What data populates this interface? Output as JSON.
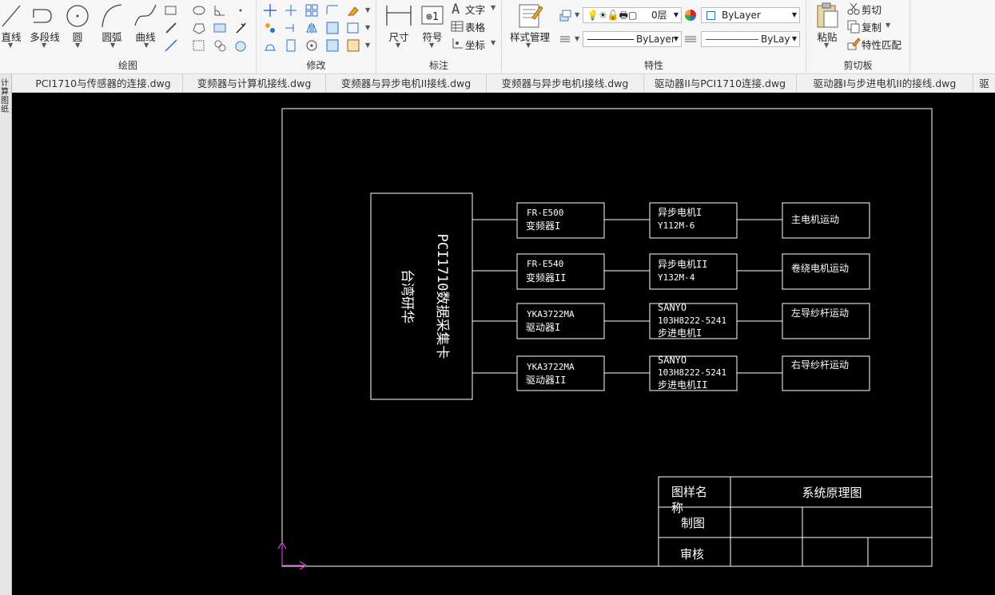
{
  "ribbon": {
    "draw": {
      "title": "绘图",
      "line": "直线",
      "polyline": "多段线",
      "circle": "圆",
      "arc": "圆弧",
      "curve": "曲线"
    },
    "modify": {
      "title": "修改"
    },
    "annotate": {
      "title": "标注",
      "dimension": "尺寸",
      "symbol": "符号",
      "text": "文字",
      "table": "表格",
      "coordinate": "坐标"
    },
    "properties": {
      "title": "特性",
      "style_manager": "样式管理",
      "layer_value": "0层",
      "color_value": "ByLayer",
      "linetype_value": "ByLayer",
      "lineweight_value": "ByLay"
    },
    "clipboard": {
      "title": "剪切板",
      "paste": "粘贴",
      "cut": "剪切",
      "copy": "复制",
      "match": "特性匹配"
    }
  },
  "tabs": [
    "PCI1710与传感器的连接.dwg",
    "变频器与计算机接线.dwg",
    "变频器与异步电机II接线.dwg",
    "变频器与异步电机I接线.dwg",
    "驱动器II与PCI1710连接.dwg",
    "驱动器I与步进电机II的接线.dwg",
    "驱"
  ],
  "sidebar_text": "计算图纸",
  "drawing": {
    "card_title": "PCI1710数据采集卡",
    "card_vendor": "台湾研华",
    "rows": [
      {
        "drive_line1": "FR-E500",
        "drive_line2": "变频器I",
        "motor_line1": "异步电机I",
        "motor_line2": "Y112M-6",
        "motor_line3": "",
        "action": "主电机运动"
      },
      {
        "drive_line1": "FR-E540",
        "drive_line2": "变频器II",
        "motor_line1": "异步电机II",
        "motor_line2": "Y132M-4",
        "motor_line3": "",
        "action": "卷绕电机运动"
      },
      {
        "drive_line1": "YKA3722MA",
        "drive_line2": "驱动器I",
        "motor_line1": "SANYO",
        "motor_line2": "103H8222-5241",
        "motor_line3": "步进电机I",
        "action": "左导纱杆运动"
      },
      {
        "drive_line1": "YKA3722MA",
        "drive_line2": "驱动器II",
        "motor_line1": "SANYO",
        "motor_line2": "103H8222-5241",
        "motor_line3": "步进电机II",
        "action": "右导纱杆运动"
      }
    ],
    "title_block": {
      "name_label_1": "图样名",
      "name_label_2": "称",
      "name_value": "系统原理图",
      "drawn_label": "制图",
      "checked_label": "审核"
    }
  },
  "colors": {
    "canvas": "#000000",
    "lines": "#ffffff",
    "ucs": "#d040d0"
  }
}
